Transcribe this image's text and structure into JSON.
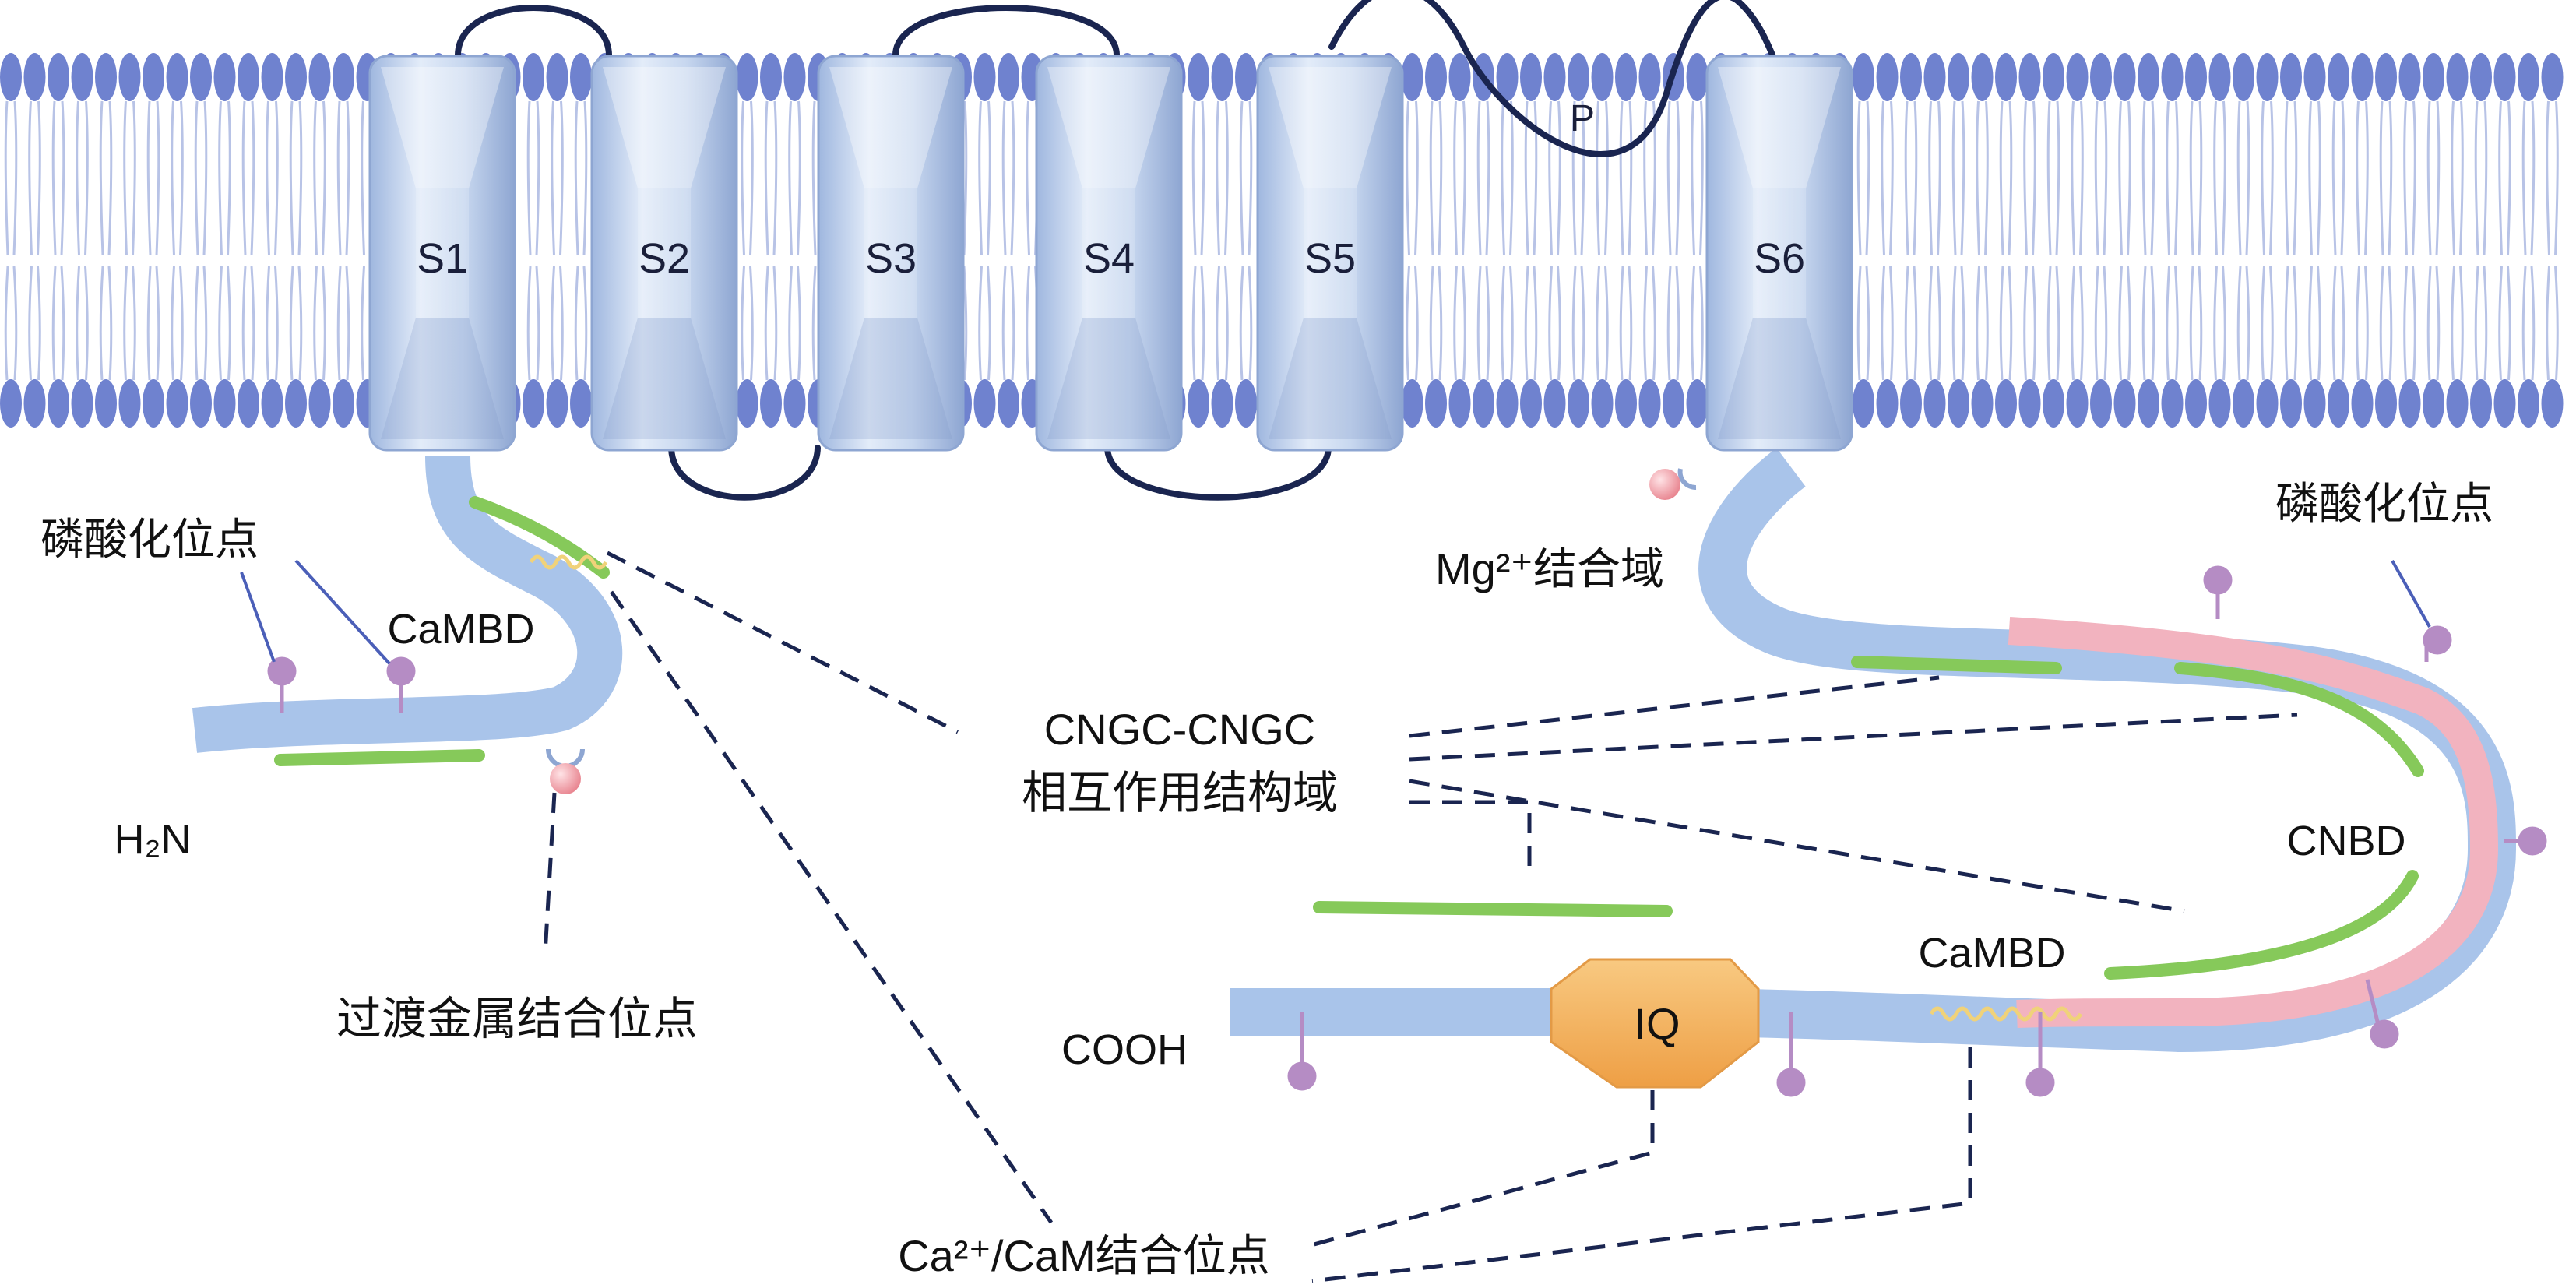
{
  "segments": [
    "S1",
    "S2",
    "S3",
    "S4",
    "S5",
    "S6"
  ],
  "pore_label": "P",
  "labels": {
    "phospho_left": "磷酸化位点",
    "phospho_right": "磷酸化位点",
    "camBD_left": "CaMBD",
    "camBD_right": "CaMBD",
    "h2n": "H₂N",
    "transition_metal": "过渡金属结合位点",
    "mg_binding": "Mg²⁺结合域",
    "cngc_line1": "CNGC-CNGC",
    "cngc_line2": "相互作用结构域",
    "cnbd": "CNBD",
    "iq": "IQ",
    "cooh": "COOH",
    "ca_cam": "Ca²⁺/CaM结合位点"
  },
  "colors": {
    "lipid_head": "#6f82cf",
    "lipid_tail": "#b8c3e6",
    "helix": "#b9cdea",
    "helix_edge": "#8ea6d2",
    "tail": "#a9c4ea",
    "binding_green": "#86c95a",
    "cnbd_pink": "#f2b3bf",
    "phospho": "#b58cc4",
    "metal_dot": "#f2a0a8",
    "iq_fill": "#f4b766",
    "loop": "#1a2550",
    "dash": "#1a2550"
  }
}
